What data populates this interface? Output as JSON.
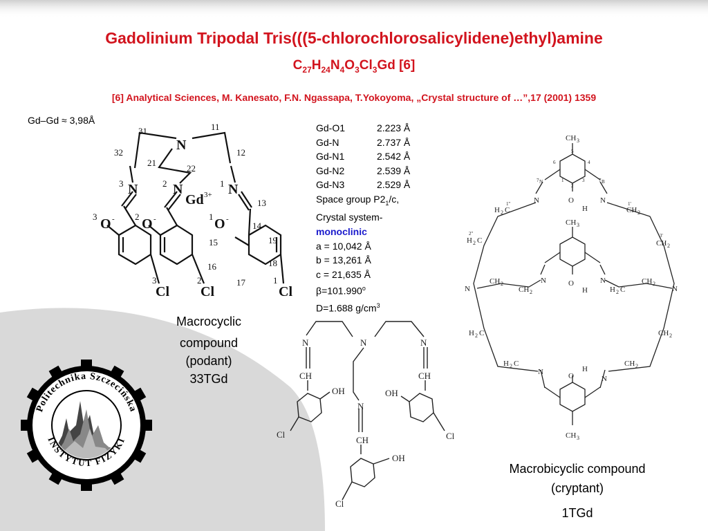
{
  "slide": {
    "title": "Gadolinium Tripodal   Tris(((5-chlorochlorosalicylidene)ethyl)amine",
    "formula": {
      "parts": [
        "C",
        "27",
        "H",
        "24",
        "N",
        "4",
        "O",
        "3",
        "Cl",
        "3",
        "Gd [6]"
      ]
    },
    "reference": "[6] Analytical Sciences, M. Kanesato, F.N. Ngassapa, T.Yokoyoma, „Crystal structure of …”,17 (2001) 1359",
    "gd_distance": "Gd–Gd ≈ 3,98Å"
  },
  "crystal": {
    "bonds": [
      {
        "label": "Gd-O1",
        "value": "2.223 Å"
      },
      {
        "label": "Gd-N",
        "value": "2.737 Å"
      },
      {
        "label": "Gd-N1",
        "value": "2.542 Å"
      },
      {
        "label": "Gd-N2",
        "value": "2.539 Å"
      },
      {
        "label": "Gd-N3",
        "value": "2.529 Å"
      }
    ],
    "space_group_prefix": "Space group P2",
    "space_group_sub": "1",
    "space_group_suffix": "/c,",
    "system_label": "Crystal system-",
    "system_value": "monoclinic",
    "cell": [
      "a = 10,042 Å",
      "b = 13,261 Å",
      "c = 21,635 Å"
    ],
    "beta_symbol": "β",
    "beta_value": "=101.990",
    "beta_unit": "o",
    "density_prefix": "D=1.688 g/cm",
    "density_sup": "3"
  },
  "captions": {
    "macro": [
      "Macrocyclic",
      "compound",
      "(podant)",
      "33TGd"
    ],
    "bicyclic": [
      "Macrobicyclic compound",
      "(cryptant)",
      "1TGd"
    ]
  },
  "structure_left": {
    "labels": [
      "31",
      "11",
      "N",
      "32",
      "12",
      "21",
      "22",
      "3",
      "N",
      "2",
      "N",
      "1",
      "N",
      "Gd",
      "3+",
      "13",
      "3",
      "O",
      "2",
      "O",
      "1",
      "O",
      "14",
      "15",
      "19",
      "16",
      "18",
      "17",
      "3",
      "Cl",
      "2",
      "Cl",
      "1",
      "Cl",
      "-",
      "-",
      "-"
    ]
  },
  "structure_middle": {
    "labels": [
      "N",
      "N",
      "N",
      "CH",
      "CH",
      "OH",
      "OH",
      "N",
      "Cl",
      "Cl",
      "CH",
      "OH",
      "Cl"
    ]
  },
  "structure_right": {
    "labels": [
      "CH",
      "3",
      "6",
      "5",
      "4",
      "7",
      "N",
      "7",
      "B",
      "2",
      "3",
      "1",
      "O",
      "H",
      "N",
      "H",
      "2",
      "C",
      "1''",
      "CH",
      "2",
      "1'",
      "H",
      "2",
      "C",
      "2''",
      "CH",
      "3",
      "CH",
      "2",
      "3'",
      "N",
      "CH",
      "2",
      "CH",
      "2",
      "N",
      "O",
      "H",
      "N",
      "H",
      "2",
      "C",
      "CH",
      "2",
      "N",
      "H",
      "2",
      "C",
      "CH",
      "2",
      "H",
      "2",
      "C",
      "CH",
      "2",
      "O",
      "H",
      "N",
      "N",
      "CH",
      "3"
    ]
  },
  "logo": {
    "outer_text": "Politechnika Szczecińska",
    "inner_text": "INSTYTUT FIZYKI"
  },
  "colors": {
    "accent_red": "#d2141e",
    "highlight_blue": "#1a1acc",
    "background_gray": "#d9d9d9"
  }
}
